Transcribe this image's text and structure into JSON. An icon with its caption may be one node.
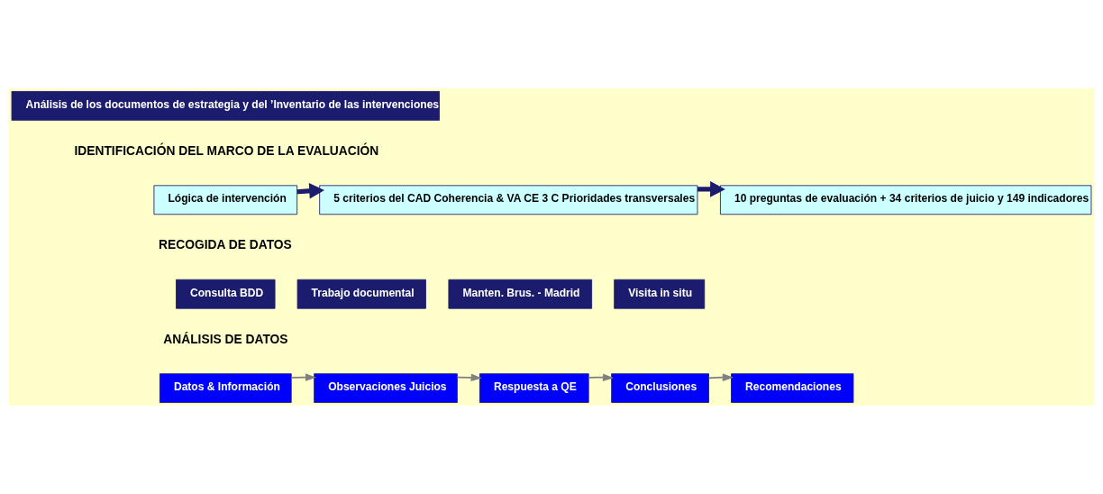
{
  "diagram": {
    "nodes": [
      {
        "text": [
          "Análisis de los documentos de estrategia y del ’Inventario de las intervenciones"
        ]
      },
      {
        "text": [
          "Lógica de intervención"
        ]
      },
      {
        "text": [
          "5 criterios del CAD Coherencia & VA CE 3 C Prioridades transversales"
        ]
      },
      {
        "text": [
          "10 preguntas de evaluación + 34 criterios de juicio y 149 indicadores"
        ]
      },
      {
        "text": [
          "Consulta BDD"
        ]
      },
      {
        "text": [
          "Trabajo documental"
        ]
      },
      {
        "text": [
          "Manten. Brus. - Madrid"
        ]
      },
      {
        "text": [
          "Visita in situ"
        ]
      },
      {
        "text": [
          "Datos & Información"
        ]
      },
      {
        "text": [
          "Observaciones Juicios"
        ]
      },
      {
        "text": [
          "Respuesta a QE"
        ]
      },
      {
        "text": [
          "Conclusiones"
        ]
      },
      {
        "text": [
          "Recomendaciones"
        ]
      }
    ],
    "edges": [
      {
        "from": 1,
        "to": 2,
        "arrow": "to",
        "style": "thick",
        "color": "#1c1c6e"
      },
      {
        "from": 2,
        "to": 3,
        "arrow": "to",
        "style": "thick",
        "color": "#1c1c6e"
      },
      {
        "from": 8,
        "to": 9,
        "arrow": "to"
      },
      {
        "from": 9,
        "to": 10,
        "arrow": "to"
      },
      {
        "from": 10,
        "to": 11,
        "arrow": "to"
      },
      {
        "from": 11,
        "to": 12,
        "arrow": "to"
      }
    ],
    "labels": [
      "IDENTIFICACIÓN DEL MARCO DE LA EVALUACIÓN",
      "RECOGIDA DE DATOS",
      "ANÁLISIS DE DATOS"
    ]
  }
}
